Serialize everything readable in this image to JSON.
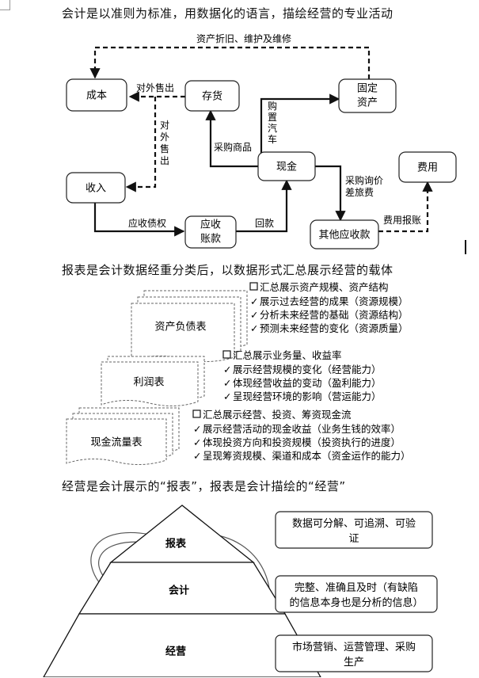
{
  "section1": {
    "heading": "会计是以准则为标准，用数据化的语言，描绘经营的专业活动",
    "nodes": {
      "cost": "成本",
      "inventory": "存货",
      "fixed_assets_l1": "固定",
      "fixed_assets_l2": "资产",
      "revenue": "收入",
      "cash": "现金",
      "expense": "费用",
      "receivable_l1": "应收",
      "receivable_l2": "账款",
      "other_receivable": "其他应收款"
    },
    "edges": {
      "depreciation": "资产折旧、维护及维修",
      "external_sale_h": "对外售出",
      "external_sale_v": [
        "对",
        "外",
        "售",
        "出"
      ],
      "buy_goods": "采购商品",
      "buy_car": [
        "购",
        "置",
        "汽",
        "车"
      ],
      "procure_l1": "采购询价",
      "procure_l2": "差旅费",
      "claims": "应收债权",
      "collection": "回款",
      "expense_report": "费用报账"
    }
  },
  "section2": {
    "heading": "报表是会计数据经重分类后，以数据形式汇总展示经营的载体",
    "reports": [
      {
        "name": "资产负债表",
        "summary": "汇总展示资产规模、资产结构",
        "points": [
          "展示过去经营的成果（资源规模）",
          "分析未来经营的基础（资源结构）",
          "预测未来经营的变化（资源质量）"
        ]
      },
      {
        "name": "利润表",
        "summary": "汇总展示业务量、收益率",
        "points": [
          "展示经营规模的变化（经营能力）",
          "体现经营收益的变动（盈利能力）",
          "呈现经营环境的影响（营运能力）"
        ]
      },
      {
        "name": "现金流量表",
        "summary": "汇总展示经营、投资、筹资现金流",
        "points": [
          "展示经营活动的现金收益（业务生钱的效率）",
          "体现投资方向和投资规模（投资执行的进度）",
          "呈现筹资规模、渠道和成本（资金运作的能力）"
        ]
      }
    ]
  },
  "section3": {
    "heading": "经营是会计展示的“报表”，报表是会计描绘的“经营”",
    "tiers": [
      "报表",
      "会计",
      "经营"
    ],
    "notes": [
      {
        "line1": "数据可分解、可追溯、可验",
        "line2": "证"
      },
      {
        "line1": "完整、准确且及时（有缺陷",
        "line2": "的信息本身也是分析的信息）"
      },
      {
        "line1": "市场营销、运营管理、采购",
        "line2": "生产"
      }
    ]
  }
}
